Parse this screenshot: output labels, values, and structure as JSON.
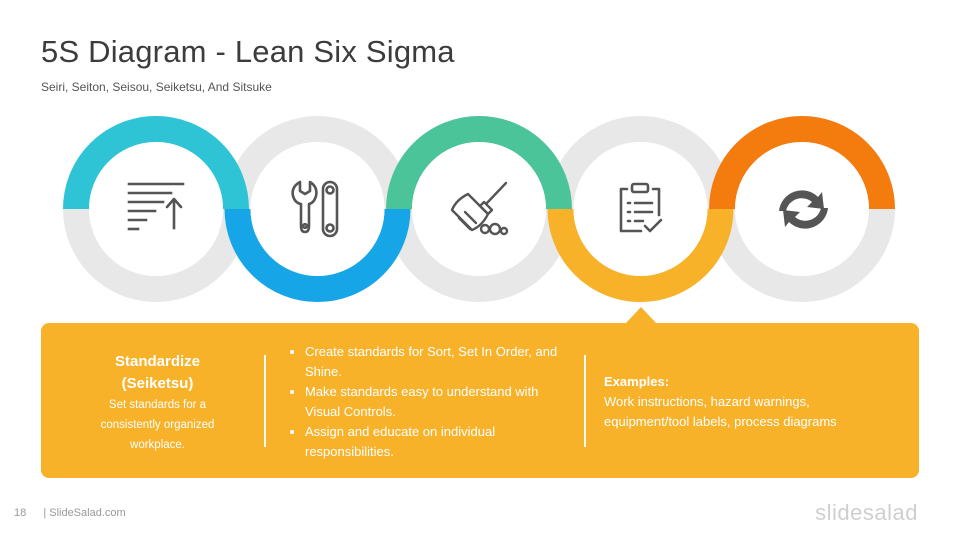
{
  "slide": {
    "title": "5S Diagram - Lean Six Sigma",
    "subtitle": "Seiri, Seiton, Seisou, Seiketsu, And Sitsuke"
  },
  "colors": {
    "track": "#e8e8e8",
    "step1": "#2ec4d6",
    "step2": "#16a6e8",
    "step3": "#4cc49a",
    "step4": "#f8b229",
    "step5": "#f47b0e",
    "icon": "#555555"
  },
  "steps": [
    {
      "icon": "sort-descending-icon",
      "color": "#2ec4d6",
      "arc": "top"
    },
    {
      "icon": "wrench-tools-icon",
      "color": "#16a6e8",
      "arc": "bottom"
    },
    {
      "icon": "broom-shine-icon",
      "color": "#4cc49a",
      "arc": "top"
    },
    {
      "icon": "clipboard-checklist-icon",
      "color": "#f8b229",
      "arc": "bottom"
    },
    {
      "icon": "refresh-cycle-icon",
      "color": "#f47b0e",
      "arc": "top"
    }
  ],
  "detail": {
    "heading": "Standardize",
    "heading_sub": "(Seiketsu)",
    "description": "Set standards  for a consistently organized workplace.",
    "bullets": [
      "Create standards for Sort, Set In Order, and Shine.",
      "Make standards easy to understand with Visual Controls.",
      "Assign and educate on individual responsibilities."
    ],
    "examples_label": "Examples:",
    "examples_text": "Work instructions, hazard warnings, equipment/tool labels, process diagrams"
  },
  "footer": {
    "page_number": "18",
    "site": "| SlideSalad.com",
    "brand": "slidesalad"
  }
}
